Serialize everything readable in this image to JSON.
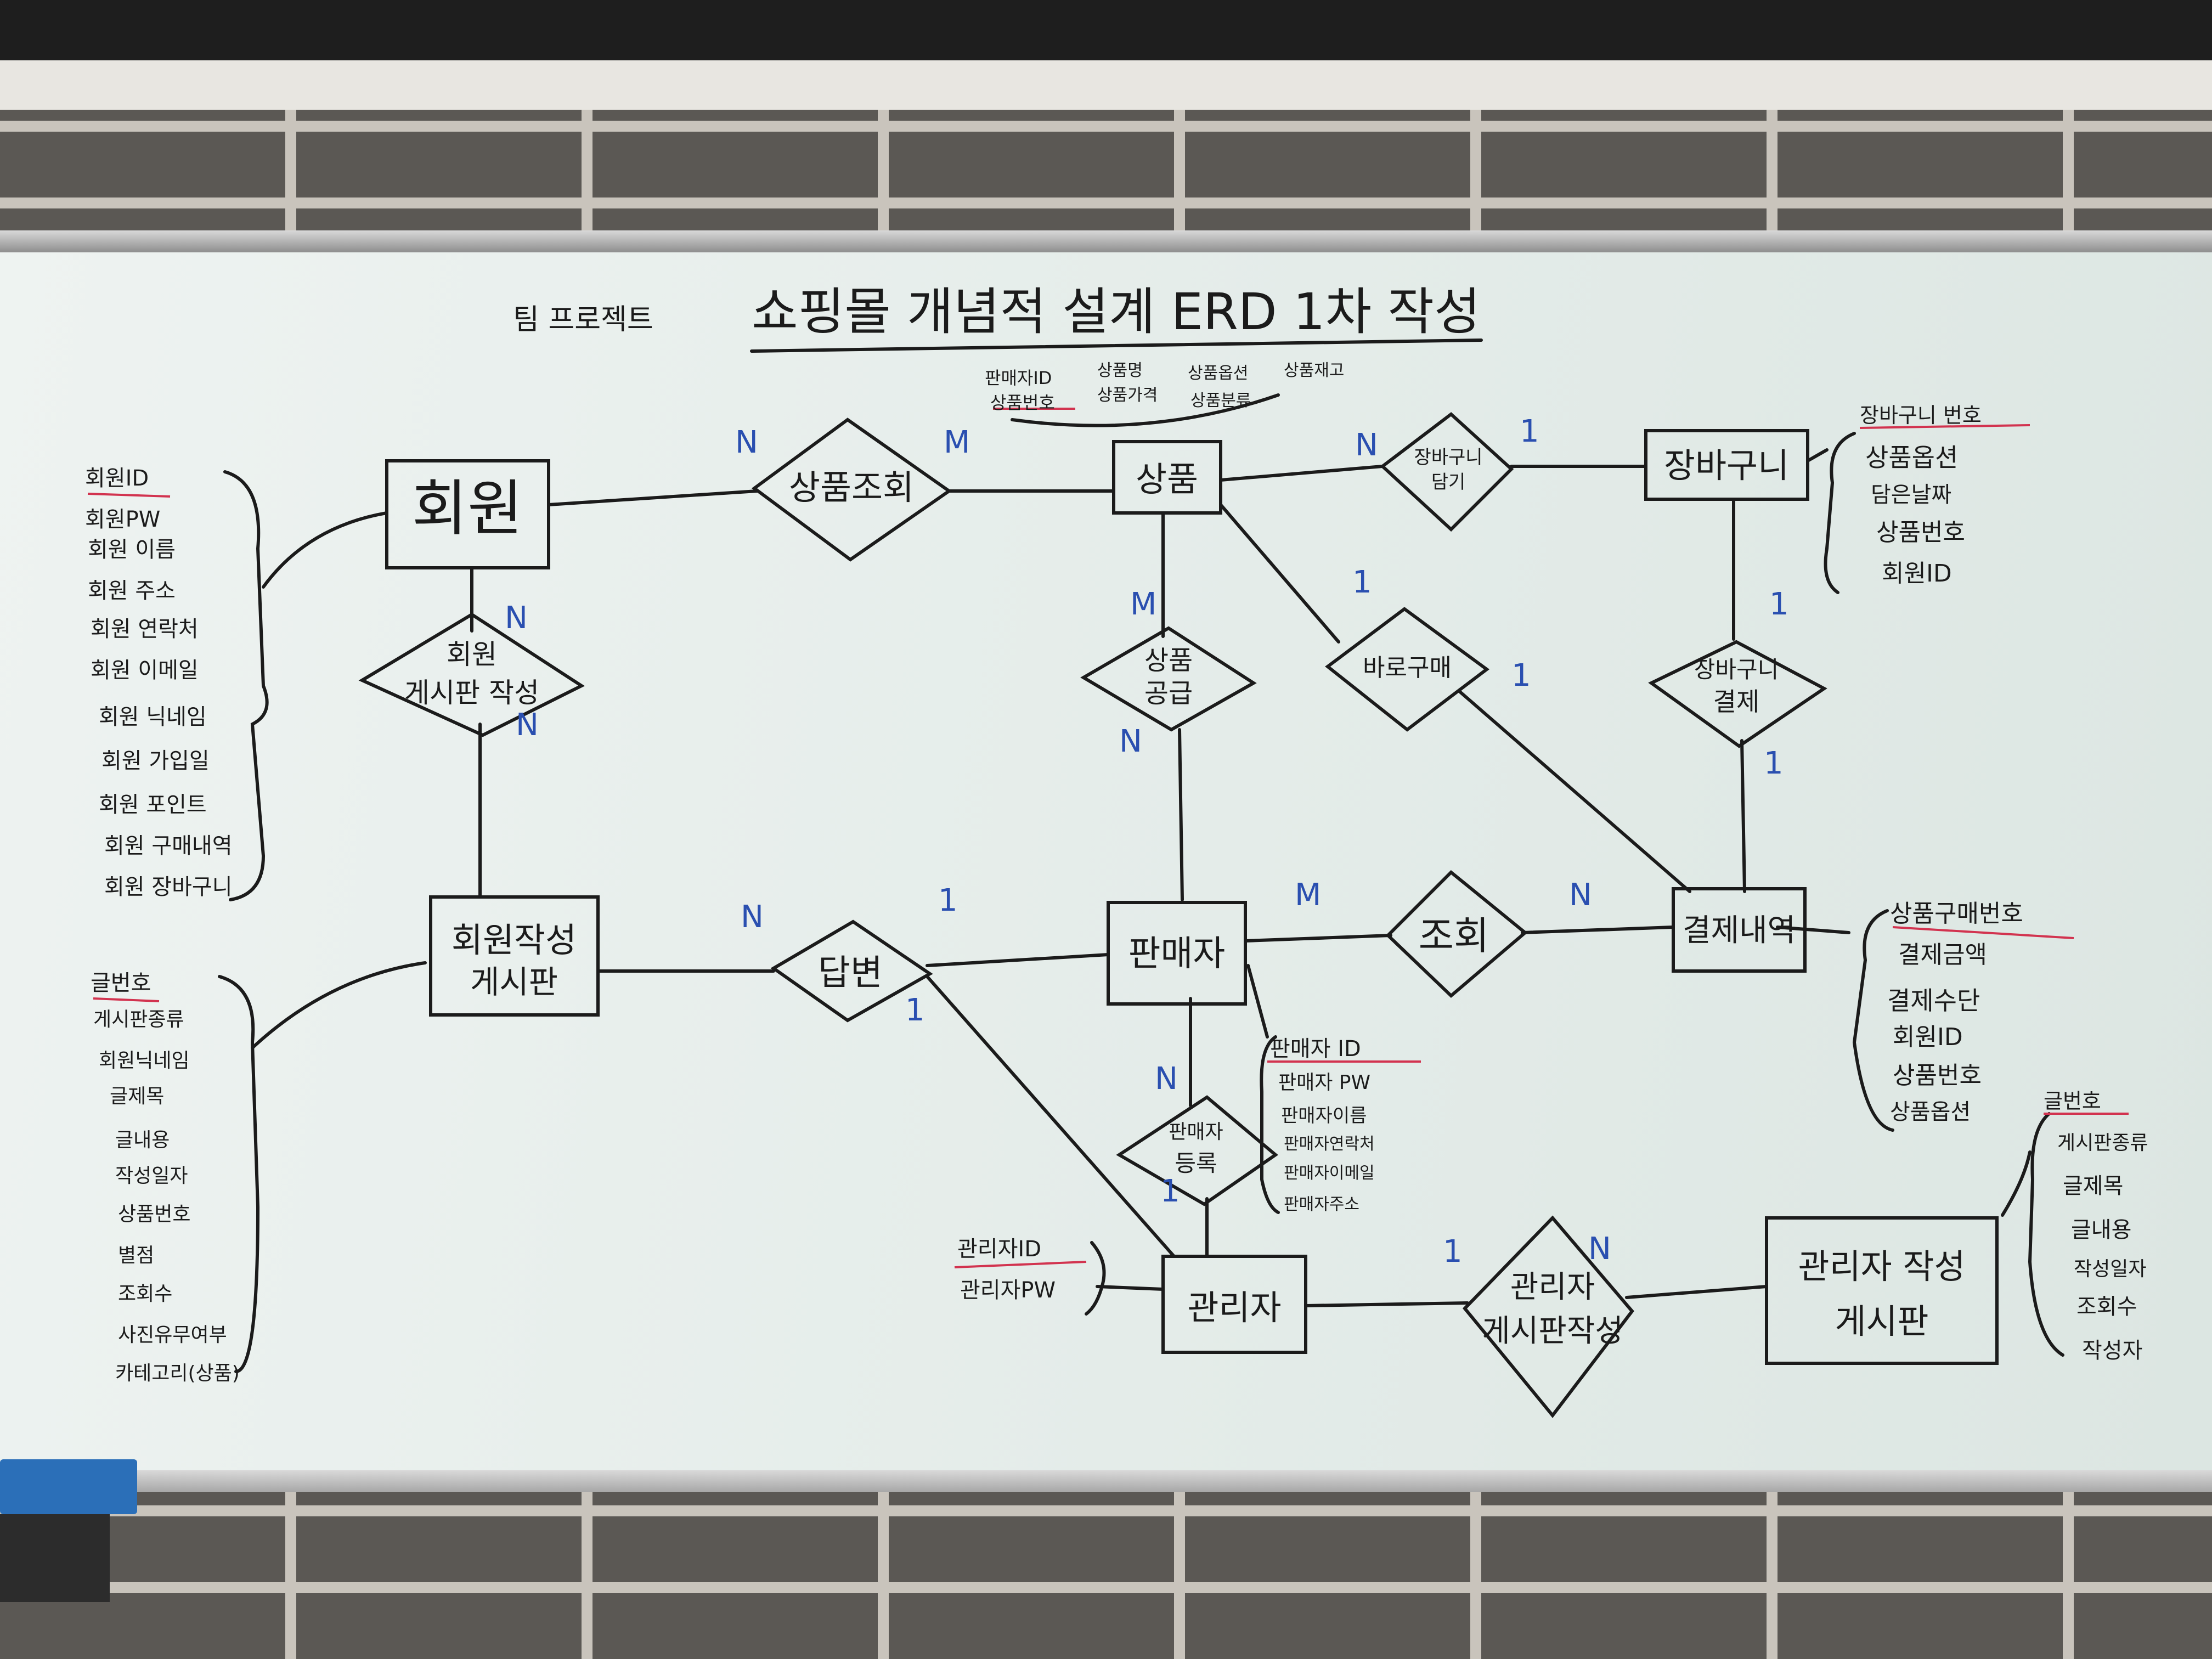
{
  "title": "쇼핑몰 개념적 설계 ERD 1차 작성",
  "title_prefix": "팀 프로젝트",
  "entities": {
    "member": "회원",
    "product": "상품",
    "cart": "장바구니",
    "member_board": [
      "회원작성",
      "게시판"
    ],
    "seller": "판매자",
    "payment": "결제내역",
    "admin": "관리자",
    "admin_board": [
      "관리자 작성",
      "게시판"
    ]
  },
  "relationships": {
    "product_view": "상품조회",
    "cart_add": [
      "장바구니",
      "담기"
    ],
    "member_board_write": [
      "회원",
      "게시판 작성"
    ],
    "product_supply": [
      "상품",
      "공급"
    ],
    "buy_now": "바로구매",
    "cart_payment": [
      "장바구니",
      "결제"
    ],
    "answer": "답변",
    "inquiry": "조회",
    "seller_register": [
      "판매자",
      "등록"
    ],
    "admin_board_write": [
      "관리자",
      "게시판작성"
    ]
  },
  "cardinalities": {
    "member_view": "N",
    "view_product": "M",
    "product_cart": "N",
    "cart_side": "1",
    "member_write": "N",
    "member_write_bottom": "N",
    "product_supply_top": "M",
    "product_supply_bottom": "N",
    "buy_now_top": "1",
    "buy_now_right": "1",
    "cart_pay_top": "1",
    "cart_pay_bottom": "1",
    "answer_left": "N",
    "answer_right": "1",
    "answer_bottom": "1",
    "inquiry_left": "M",
    "inquiry_right": "N",
    "seller_reg_top": "N",
    "seller_reg_bottom": "1",
    "admin_write_left": "1",
    "admin_write_right": "N"
  },
  "attributes": {
    "member": [
      "회원ID",
      "회원PW",
      "회원 이름",
      "회원 주소",
      "회원 연락처",
      "회원 이메일",
      "회원 닉네임",
      "회원 가입일",
      "회원 포인트",
      "회원 구매내역",
      "회원 장바구니"
    ],
    "product_top_col1": [
      "판매자ID",
      "상품번호"
    ],
    "product_top_col2": [
      "상품명",
      "상품가격"
    ],
    "product_top_col3": [
      "상품옵션",
      "상품분류"
    ],
    "product_top_col4": [
      "상품재고"
    ],
    "cart": [
      "장바구니 번호",
      "상품옵션",
      "담은날짜",
      "상품번호",
      "회원ID"
    ],
    "member_board": [
      "글번호",
      "게시판종류",
      "회원닉네임",
      "글제목",
      "글내용",
      "작성일자",
      "상품번호",
      "별점",
      "조회수",
      "사진유무여부",
      "카테고리(상품)"
    ],
    "payment": [
      "상품구매번호",
      "결제금액",
      "결제수단",
      "회원ID",
      "상품번호",
      "상품옵션"
    ],
    "seller": [
      "판매자 ID",
      "판매자 PW",
      "판매자이름",
      "판매자연락처",
      "판매자이메일",
      "판매자주소"
    ],
    "admin": [
      "관리자ID",
      "관리자PW"
    ],
    "admin_board": [
      "글번호",
      "게시판종류",
      "글제목",
      "글내용",
      "작성일자",
      "조회수",
      "작성자"
    ]
  },
  "colors": {
    "marker": "#1b1b1b",
    "blue_marker": "#2a4fb0",
    "red_underline": "#d2334f"
  }
}
